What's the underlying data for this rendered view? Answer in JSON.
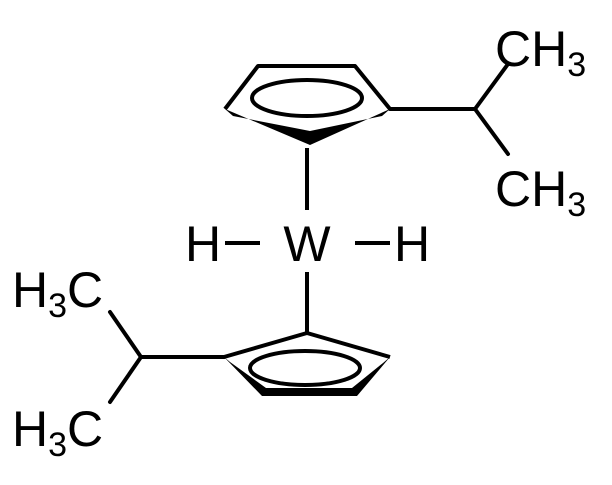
{
  "molecule": {
    "metal": "W",
    "hydride_left": "H",
    "hydride_right": "H",
    "top_substituent": {
      "upper_methyl": {
        "C": "C",
        "H": "H",
        "count": "3"
      },
      "lower_methyl": {
        "C": "C",
        "H": "H",
        "count": "3"
      }
    },
    "bottom_substituent": {
      "upper_methyl": {
        "H": "H",
        "count": "3",
        "C": "C"
      },
      "lower_methyl": {
        "H": "H",
        "count": "3",
        "C": "C"
      }
    }
  },
  "colors": {
    "ink": "#000000",
    "background": "#ffffff"
  }
}
